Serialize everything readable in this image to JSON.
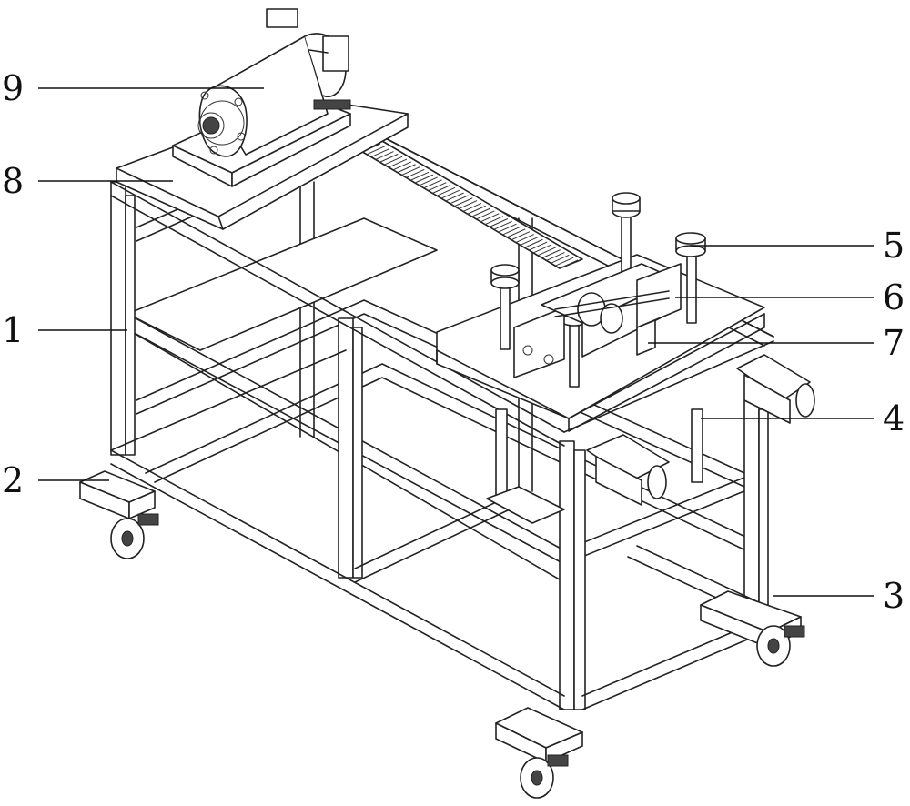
{
  "callouts": [
    {
      "label": "9"
    },
    {
      "label": "8"
    },
    {
      "label": "1"
    },
    {
      "label": "2"
    },
    {
      "label": "5"
    },
    {
      "label": "6"
    },
    {
      "label": "7"
    },
    {
      "label": "4"
    },
    {
      "label": "3"
    }
  ]
}
